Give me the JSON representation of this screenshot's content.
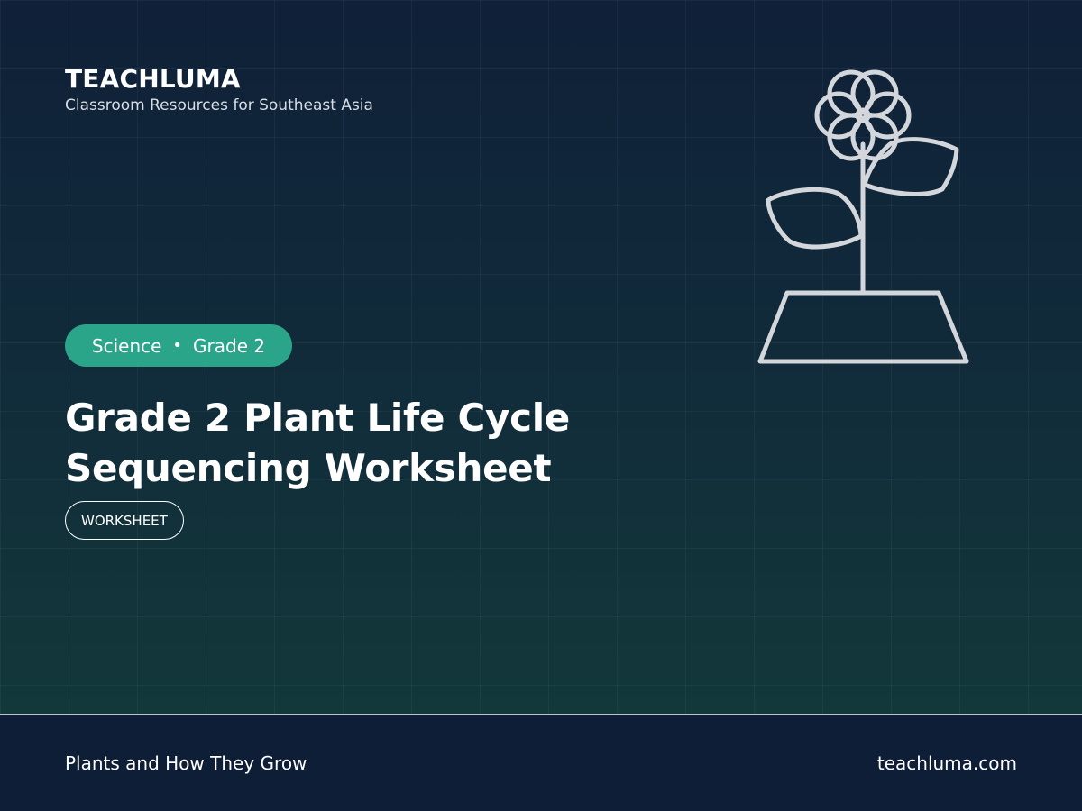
{
  "brand": {
    "name": "TEACHLUMA",
    "tagline": "Classroom Resources for Southeast Asia"
  },
  "tags": {
    "subject": "Science",
    "separator": "•",
    "grade": "Grade 2"
  },
  "title": "Grade 2 Plant Life Cycle Sequencing Worksheet",
  "resource_type": "WORKSHEET",
  "illustration": {
    "icon": "potted-flower-icon"
  },
  "footer": {
    "unit": "Plants and How They Grow",
    "website": "teachluma.com"
  },
  "colors": {
    "background": "#0f2037",
    "accent": "#2aa58a",
    "footer": "#0e1e36"
  }
}
